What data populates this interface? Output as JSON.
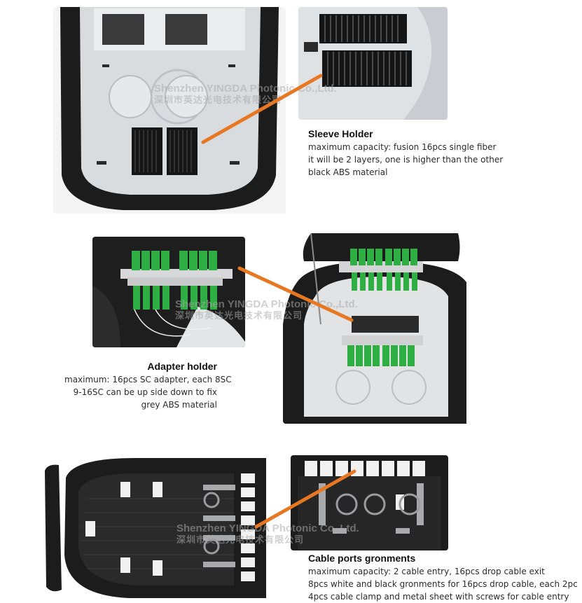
{
  "sections": {
    "sleeve_holder": {
      "title": "Sleeve Holder",
      "lines": [
        "maximum capacity: fusion 16pcs single fiber",
        "it will be 2 layers, one is higher than the other",
        "black ABS material"
      ]
    },
    "adapter_holder": {
      "title": "Adapter holder",
      "lines": [
        "maximum: 16pcs SC adapter, each 8SC",
        "9-16SC can be up side down to fix",
        "grey ABS material"
      ]
    },
    "cable_ports": {
      "title": "Cable ports gronments",
      "lines": [
        "maximum capacity: 2 cable entry, 16pcs drop cable exit",
        "8pcs white and black gronments for 16pcs drop cable, each 2pc",
        "4pcs cable clamp and metal sheet with screws for cable entry"
      ]
    }
  },
  "watermark": {
    "en": "Shenzhen YINGDA Photonic Co.,Ltd.",
    "cn": "深圳市英达光电技术有限公司",
    "logo_text": "YINGDA"
  },
  "colors": {
    "arrow": "#e87722",
    "enclosure_black": "#1c1c1c",
    "tray_grey": "#d9dcdf",
    "adapter_green": "#2fae43"
  }
}
